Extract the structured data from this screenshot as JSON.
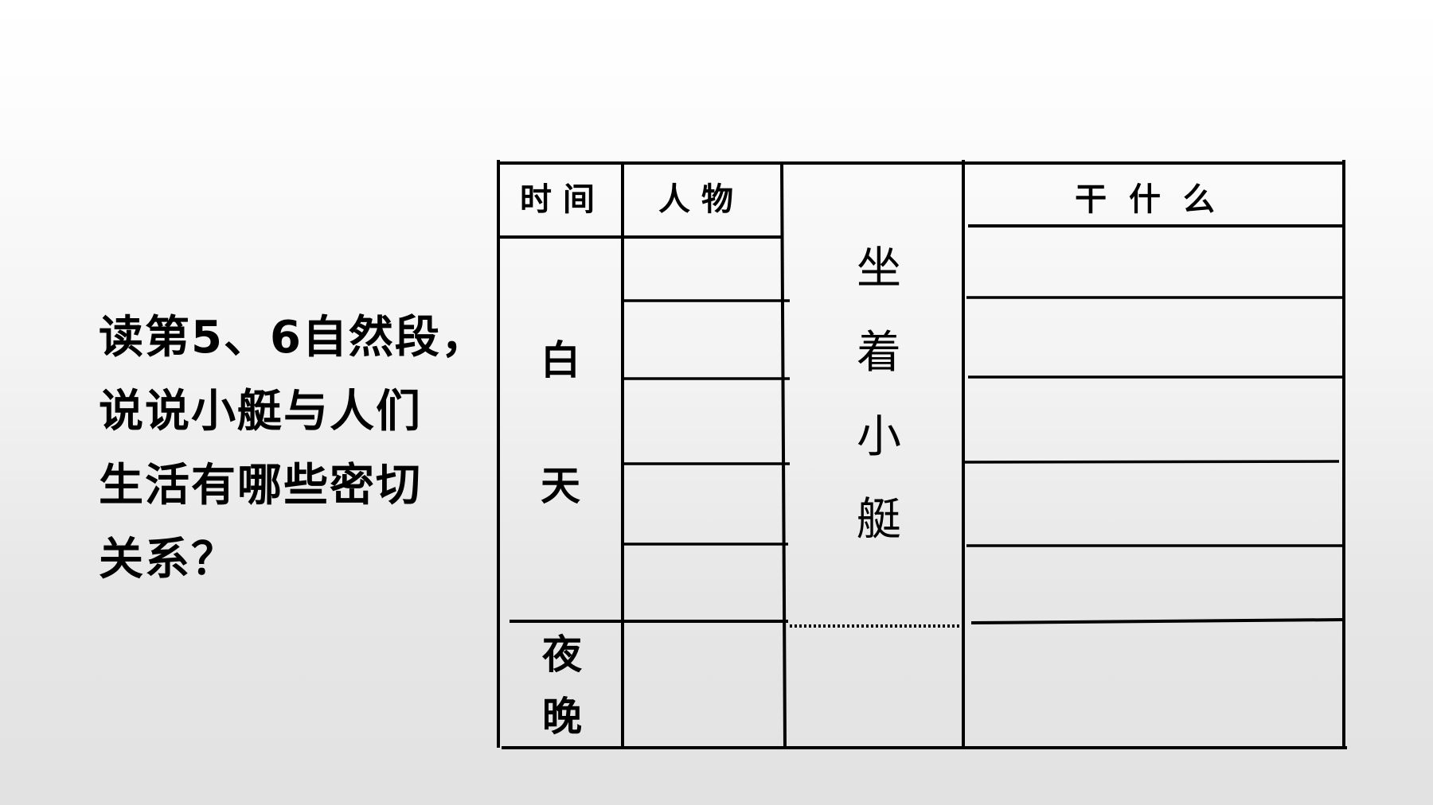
{
  "question": {
    "lines": [
      "读第5、6自然段，",
      "说说小艇与人们",
      "生活有哪些密切",
      "关系？"
    ]
  },
  "table": {
    "headers": {
      "time": "时 间",
      "person": "人 物",
      "action": "干  什  么"
    },
    "time_rows": {
      "day_1": "白",
      "day_2": "天",
      "night_1": "夜",
      "night_2": "晚"
    },
    "middle_column": [
      "坐",
      "着",
      "小",
      "艇"
    ]
  }
}
